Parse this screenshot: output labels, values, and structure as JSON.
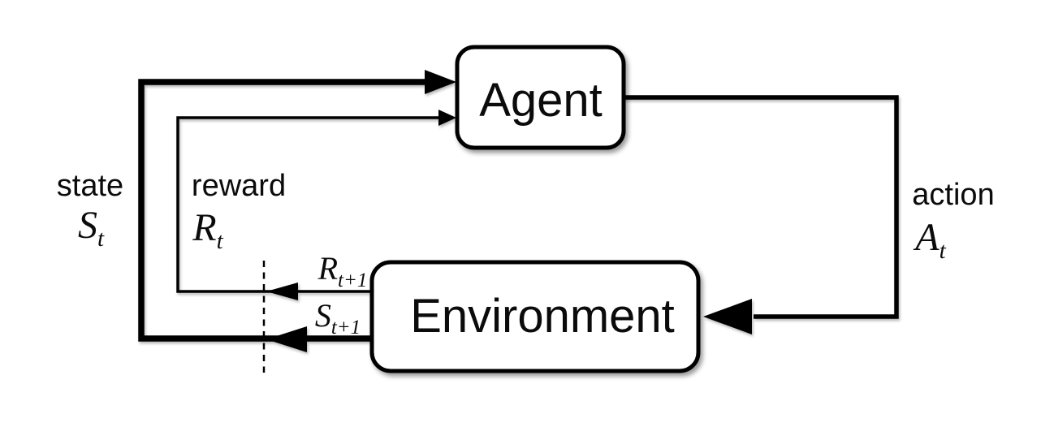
{
  "diagram": {
    "kind": "flow-diagram",
    "subject": "reinforcement learning agent-environment interaction loop",
    "nodes": {
      "agent": {
        "label": "Agent"
      },
      "environment": {
        "label": "Environment"
      }
    },
    "edges": {
      "state": {
        "word": "state",
        "symbol_base": "S",
        "symbol_sub": "t"
      },
      "reward": {
        "word": "reward",
        "symbol_base": "R",
        "symbol_sub": "t"
      },
      "action": {
        "word": "action",
        "symbol_base": "A",
        "symbol_sub": "t"
      },
      "next_reward": {
        "symbol_base": "R",
        "symbol_sub": "t+1"
      },
      "next_state": {
        "symbol_base": "S",
        "symbol_sub": "t+1"
      }
    },
    "colors": {
      "stroke": "#000000",
      "node_fill": "#ffffff",
      "background": "#ffffff"
    }
  }
}
